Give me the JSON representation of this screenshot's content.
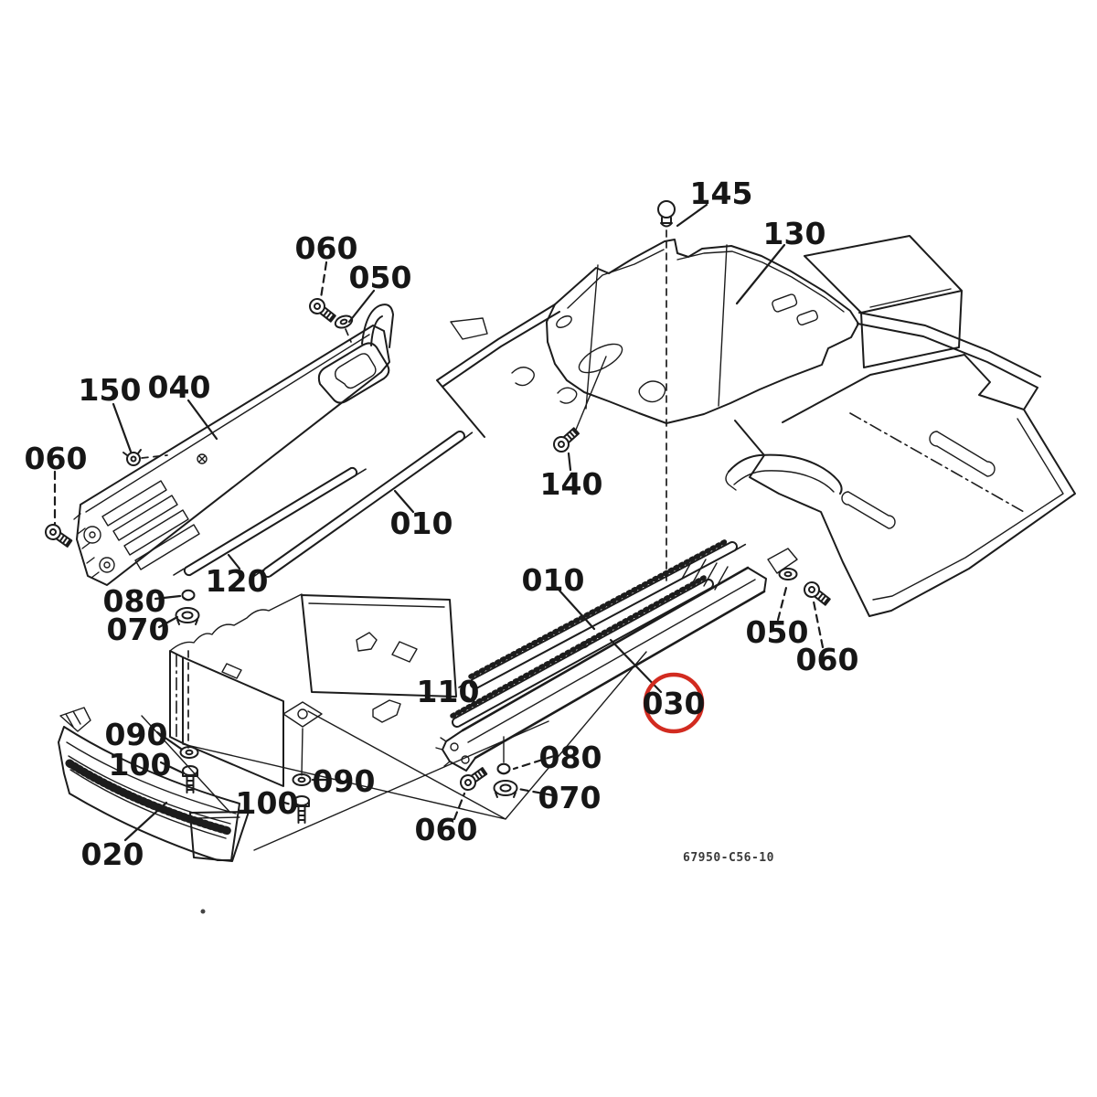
{
  "diagram": {
    "type": "exploded-parts-diagram",
    "background": "#ffffff",
    "line_color": "#1c1c1c",
    "highlight_color": "#d22b20",
    "highlighted_part": "030",
    "drawing_number": "67950-C56-10",
    "part_numbers": [
      "010",
      "020",
      "030",
      "040",
      "050",
      "060",
      "070",
      "080",
      "090",
      "100",
      "110",
      "120",
      "130",
      "140",
      "145",
      "150"
    ]
  },
  "labels": [
    {
      "text": "145"
    },
    {
      "text": "130"
    },
    {
      "text": "060"
    },
    {
      "text": "050"
    },
    {
      "text": "150"
    },
    {
      "text": "040"
    },
    {
      "text": "060"
    },
    {
      "text": "010"
    },
    {
      "text": "120"
    },
    {
      "text": "140"
    },
    {
      "text": "010"
    },
    {
      "text": "080"
    },
    {
      "text": "070"
    },
    {
      "text": "050"
    },
    {
      "text": "060"
    },
    {
      "text": "110"
    },
    {
      "text": "030"
    },
    {
      "text": "090"
    },
    {
      "text": "100"
    },
    {
      "text": "090"
    },
    {
      "text": "100"
    },
    {
      "text": "080"
    },
    {
      "text": "070"
    },
    {
      "text": "060"
    },
    {
      "text": "020"
    }
  ]
}
